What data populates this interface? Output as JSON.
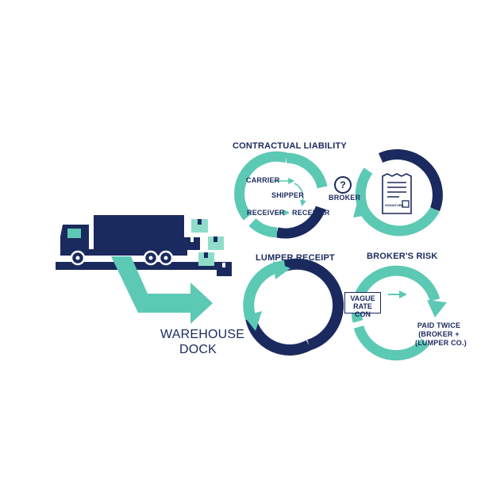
{
  "colors": {
    "navy": "#1b2a5e",
    "teal": "#5cc9b4",
    "light_teal": "#8fdccb"
  },
  "icons": [
    "truck-icon",
    "package-icon",
    "document-icon",
    "question-mark-icon",
    "arrow-icon"
  ],
  "warehouse": {
    "label_line1": "WAREHOUSE",
    "label_line2": "DOCK"
  },
  "contractual": {
    "title": "CONTRACTUAL LIABILITY",
    "carrier": "CARRIER",
    "shipper": "SHIPPER",
    "receiver_left": "RECEIVER",
    "receiver_right": "RECEIVER"
  },
  "broker_node": {
    "question": "?",
    "label": "BROKER"
  },
  "document": {
    "signature_text": "SIGNATURE"
  },
  "lumper": {
    "title": "LUMPER RECEIPT"
  },
  "broker_risk": {
    "title": "BROKER'S RISK",
    "box_line1": "VAGUE",
    "box_line2": "RATE CON",
    "paid_line1": "PAID TWICE",
    "paid_line2": "(BROKER +",
    "paid_line3": "(LUMPER CO.)"
  }
}
